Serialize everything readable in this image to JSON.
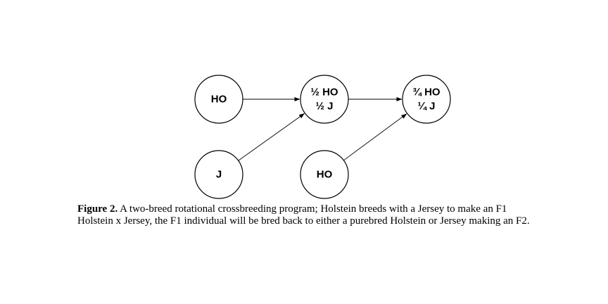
{
  "diagram": {
    "nodes": [
      {
        "id": "ho-parent",
        "lines": [
          "HO"
        ]
      },
      {
        "id": "f1",
        "lines": [
          "½ HO",
          "½ J"
        ]
      },
      {
        "id": "f2",
        "lines": [
          "¾ HO",
          "¼ J"
        ]
      },
      {
        "id": "j-parent",
        "lines": [
          "J"
        ]
      },
      {
        "id": "ho-backcross",
        "lines": [
          "HO"
        ]
      }
    ],
    "edges": [
      {
        "from": "ho-parent",
        "to": "f1"
      },
      {
        "from": "j-parent",
        "to": "f1"
      },
      {
        "from": "f1",
        "to": "f2"
      },
      {
        "from": "ho-backcross",
        "to": "f2"
      }
    ]
  },
  "caption": {
    "label": "Figure 2.",
    "line1": " A two-breed rotational crossbreeding program; Holstein breeds with a Jersey to make an F1",
    "line2": "Holstein x Jersey, the F1 individual will be bred back to either a purebred Holstein or Jersey making an F2."
  }
}
